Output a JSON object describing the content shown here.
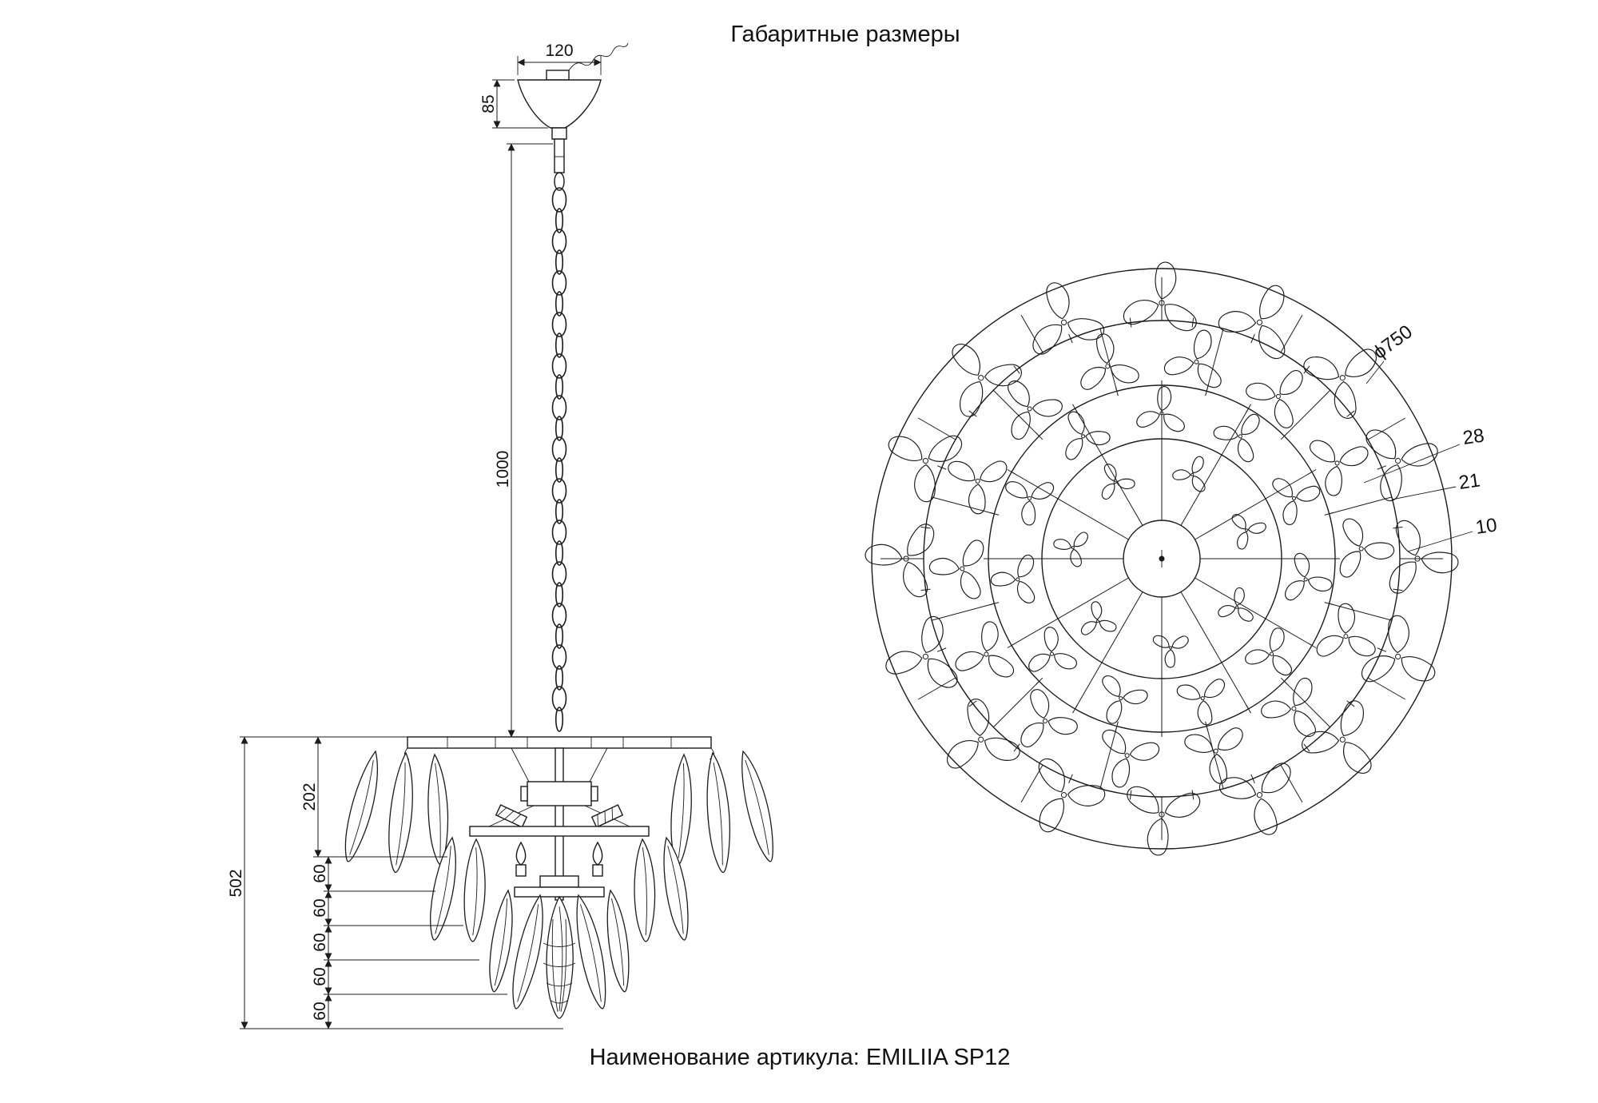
{
  "title": "Габаритные размеры",
  "caption": "Наименование артикула: EMILIIA SP12",
  "side_view": {
    "canopy_width": "120",
    "canopy_height": "85",
    "chain_length": "1000",
    "upper_tier_height": "202",
    "total_body_height": "502",
    "tier_steps": [
      "60",
      "60",
      "60",
      "60",
      "60"
    ]
  },
  "top_view": {
    "diameter": "ϕ750",
    "dim_28": "28",
    "dim_21": "21",
    "dim_10": "10"
  }
}
